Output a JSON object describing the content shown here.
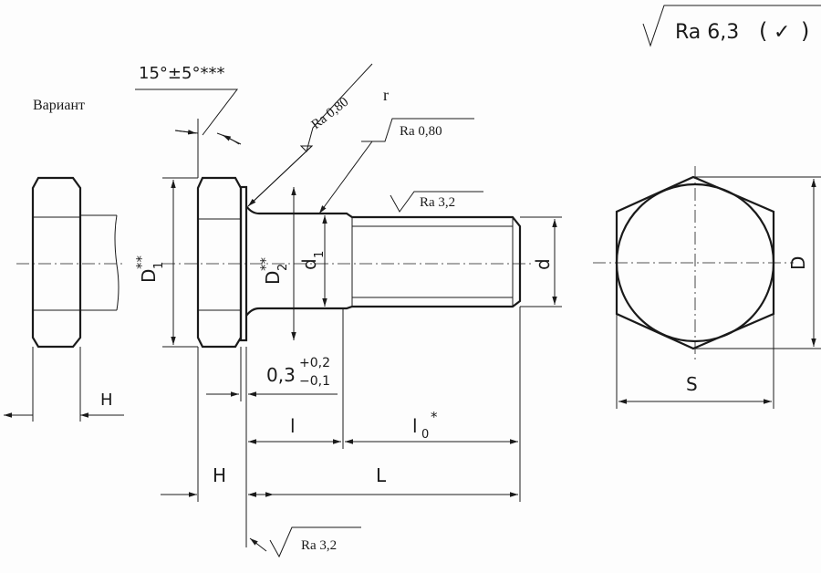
{
  "roughness": {
    "general": "Ra 6,3",
    "check_mark": "✓",
    "shank": "Ra 0,80",
    "fillet": "Ra 0,80",
    "thread": "Ra 3,2",
    "bearing_face": "Ra 3,2"
  },
  "labels": {
    "variant": "Вариант",
    "chamfer_angle": "15°±5°***",
    "fillet_radius": "r",
    "D1": "D",
    "D1_sub": "1",
    "D1_sup": "**",
    "D2": "D",
    "D2_sub": "2",
    "D2_sup": "**",
    "d1": "d",
    "d1_sub": "1",
    "d": "d",
    "D": "D",
    "S": "S",
    "H_variant": "H",
    "H": "H",
    "offset_base": "0,3",
    "offset_plus": "+0,2",
    "offset_minus": "−0,1",
    "l": "l",
    "l0": "l",
    "l0_sub": "0",
    "l0_sup": "*",
    "L": "L"
  }
}
